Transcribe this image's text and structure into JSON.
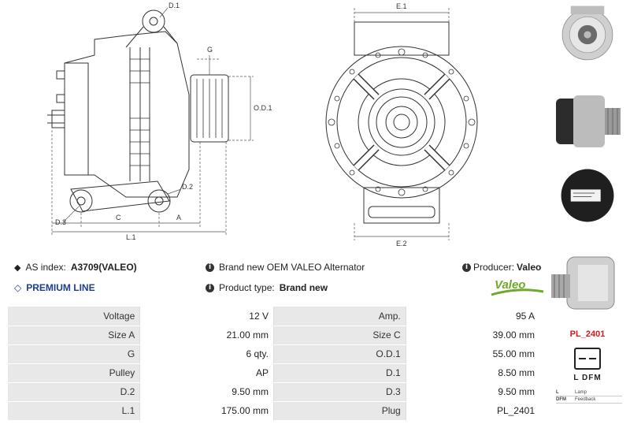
{
  "drawing": {
    "side_labels": {
      "d1": "D.1",
      "g": "G",
      "od1": "O.D.1",
      "d2": "D.2",
      "d3": "D.3",
      "c": "C",
      "a": "A",
      "l1": "L.1"
    },
    "front_labels": {
      "e1": "E.1",
      "e2": "E.2"
    }
  },
  "info": {
    "as_index_label": "AS index:",
    "as_index_value": "A3709(VALEO)",
    "premium_line": "PREMIUM LINE",
    "description": "Brand new OEM VALEO Alternator",
    "product_type_label": "Product type:",
    "product_type_value": "Brand new",
    "producer_label": "Producer:",
    "producer_value": "Valeo",
    "logo_text": "Valeo"
  },
  "specs": [
    {
      "l1": "Voltage",
      "v1": "12 V",
      "l2": "Amp.",
      "v2": "95 A"
    },
    {
      "l1": "Size A",
      "v1": "21.00 mm",
      "l2": "Size C",
      "v2": "39.00 mm"
    },
    {
      "l1": "G",
      "v1": "6 qty.",
      "l2": "O.D.1",
      "v2": "55.00 mm"
    },
    {
      "l1": "Pulley",
      "v1": "AP",
      "l2": "D.1",
      "v2": "8.50 mm"
    },
    {
      "l1": "D.2",
      "v1": "9.50 mm",
      "l2": "D.3",
      "v2": "9.50 mm"
    },
    {
      "l1": "L.1",
      "v1": "175.00 mm",
      "l2": "Plug",
      "v2": "PL_2401"
    }
  ],
  "plug": {
    "code": "PL_2401",
    "pins": "L  DFM",
    "legend": [
      {
        "pin": "L",
        "desc": "Lamp"
      },
      {
        "pin": "DFM",
        "desc": "Feedback"
      }
    ]
  },
  "colors": {
    "accent_red": "#d41a1a",
    "premium_blue": "#1d3f8c",
    "logo_green": "#6fa82a",
    "logo_blue": "#1d4f9c"
  }
}
